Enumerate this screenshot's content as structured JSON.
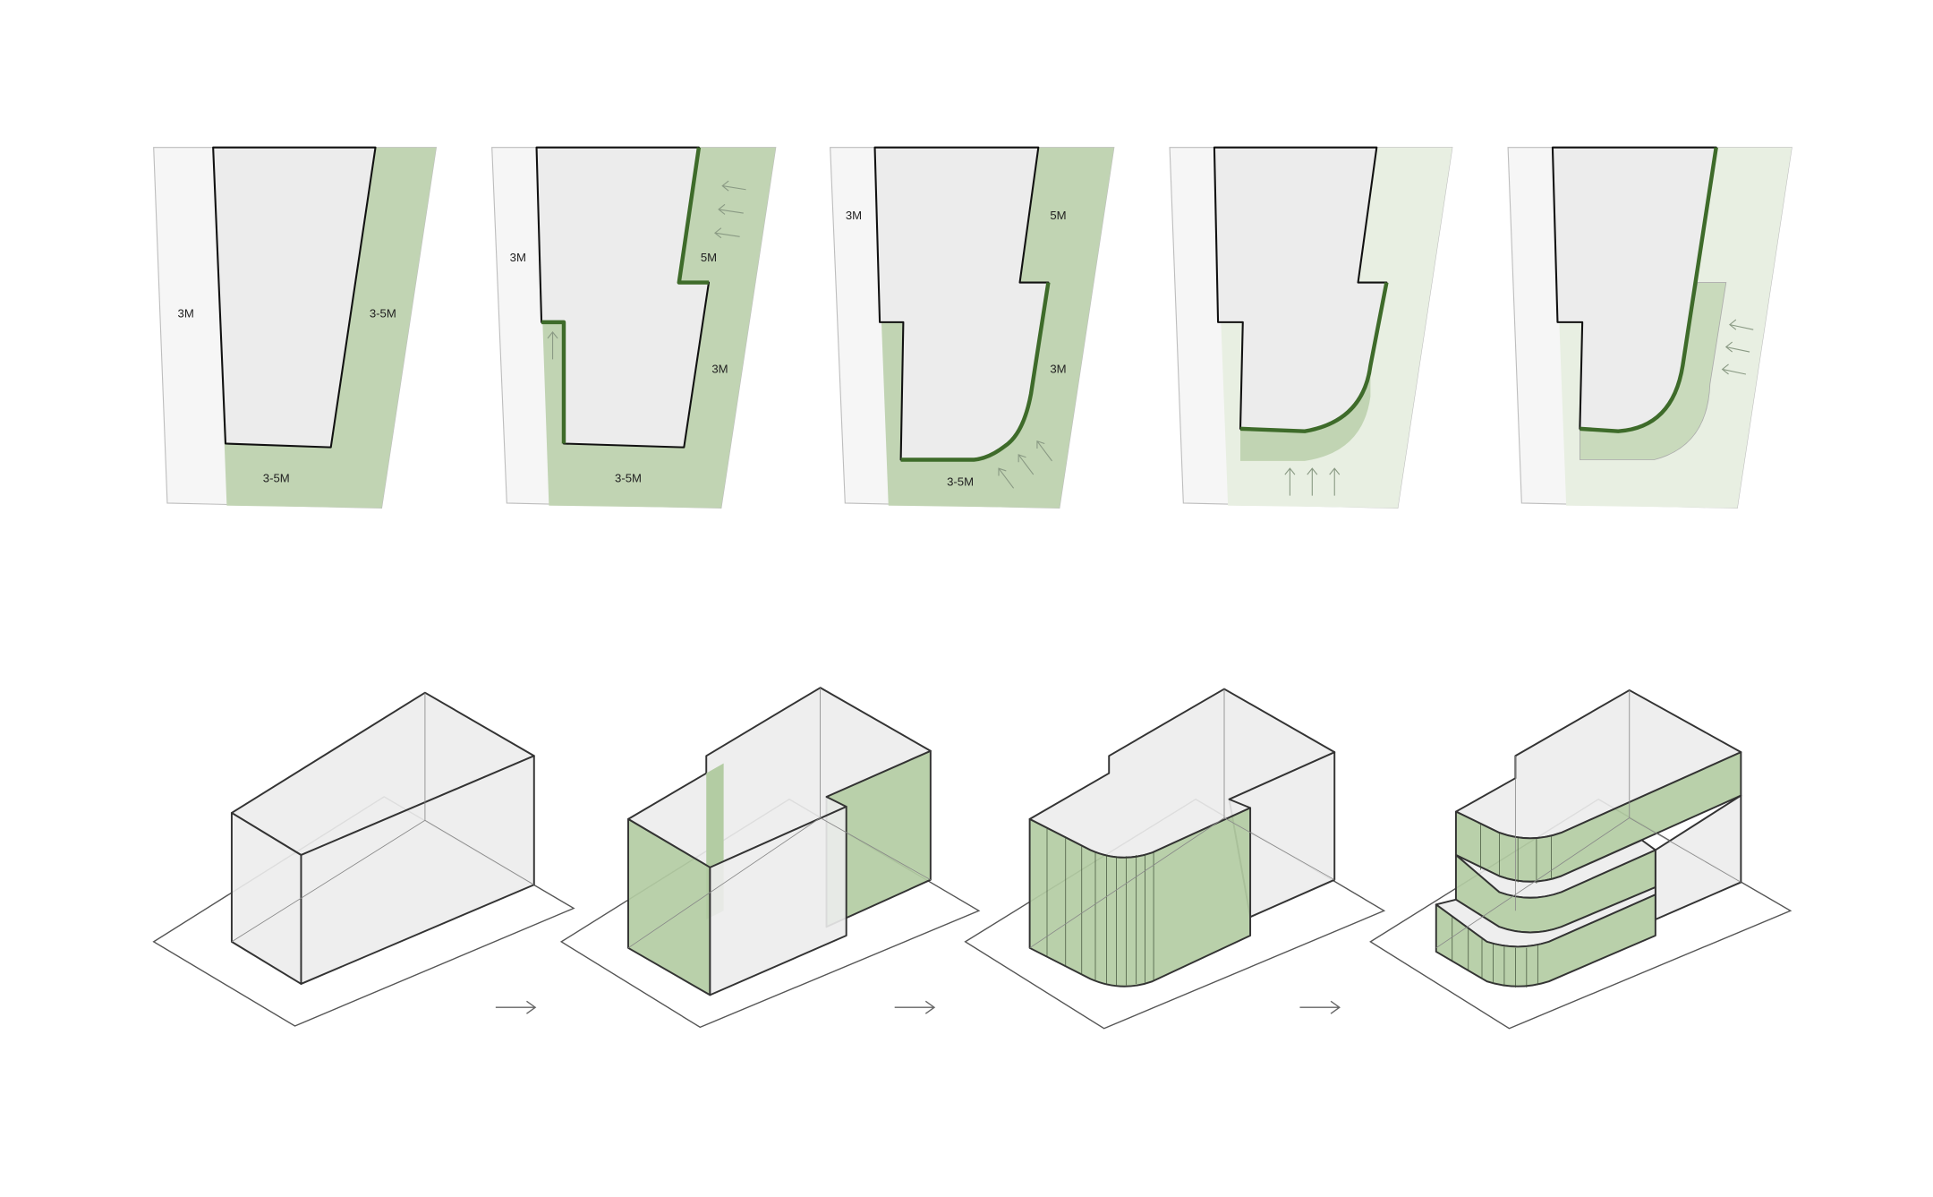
{
  "colors": {
    "setback_green": "#c1d4b3",
    "faded_green": "#e8efe2",
    "edge_green": "#3e6b2a",
    "building_gray": "#ececec"
  },
  "plans": [
    {
      "labels": {
        "left": "3M",
        "right": "3-5M",
        "bottom": "3-5M"
      }
    },
    {
      "labels": {
        "left": "3M",
        "right_upper": "5M",
        "right_lower": "3M",
        "bottom": "3-5M"
      }
    },
    {
      "labels": {
        "left": "3M",
        "right_upper": "5M",
        "right_lower": "3M",
        "bottom": "3-5M"
      }
    },
    {
      "labels": {}
    },
    {
      "labels": {}
    }
  ],
  "axonometric_steps": 4,
  "icons": {
    "step_arrow": "arrow-right-icon",
    "push_arrow": "arrow-icon"
  }
}
